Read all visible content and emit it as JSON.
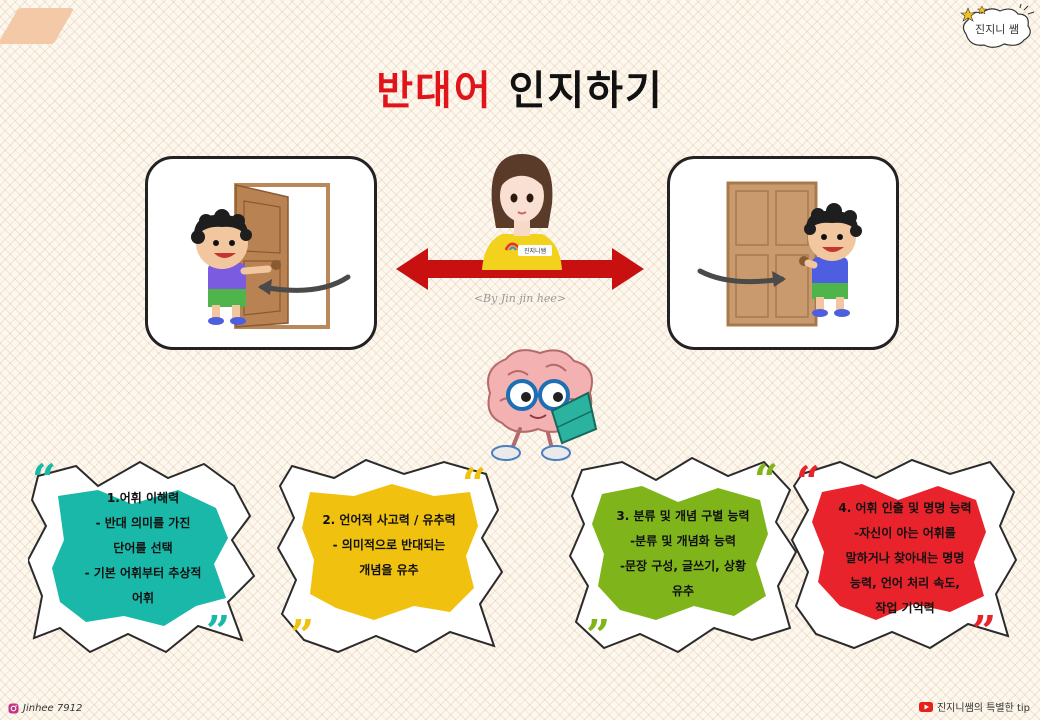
{
  "title": {
    "highlight": "반대어",
    "rest": "인지하기"
  },
  "brand_stamp": "진지니 쌤",
  "avatar_shirt_label": "진지니쌤",
  "credit": "<By Jin jin hee>",
  "cards": [
    {
      "color": "#19b8a8",
      "lines": [
        "1.어휘 이해력",
        "- 반대 의미를 가진",
        "단어를 선택",
        "- 기본 어휘부터 추상적",
        "어휘"
      ]
    },
    {
      "color": "#f0c20f",
      "lines": [
        "2. 언어적 사고력 / 유추력",
        "- 의미적으로 반대되는",
        "개념을 유추"
      ]
    },
    {
      "color": "#7fb51b",
      "lines": [
        "3. 분류 및 개념 구별 능력",
        "-분류 및 개념화 능력",
        "-문장 구성, 글쓰기, 상황",
        "유추"
      ]
    },
    {
      "color": "#e9232b",
      "lines": [
        "4. 어휘 인출 및 명명 능력",
        "-자신이 아는 어휘를",
        "말하거나 찾아내는 명명",
        "능력, 언어 처리 속도,",
        "작업 기억력"
      ]
    }
  ],
  "footer": {
    "left_icon": "instagram-icon",
    "left_text": "Jinhee 7912",
    "right_icon": "youtube-icon",
    "right_text": "진지니쌤의 특별한 tip"
  }
}
